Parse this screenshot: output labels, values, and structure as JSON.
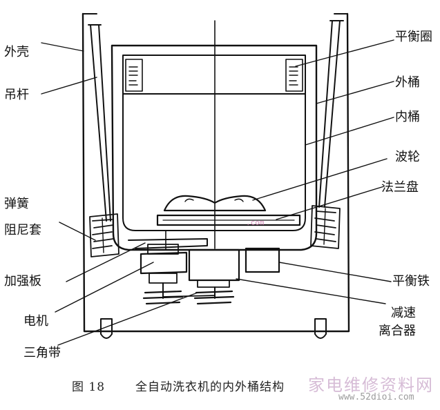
{
  "labels": {
    "outer_shell": "外壳",
    "suspension_rod": "吊杆",
    "spring": "弹簧",
    "damping_sleeve": "阻尼套",
    "reinforcing_plate": "加强板",
    "motor": "电机",
    "v_belt": "三角带",
    "balance_ring": "平衡圈",
    "outer_tub": "外桶",
    "inner_tub": "内桶",
    "pulsator": "波轮",
    "flange_plate": "法兰盘",
    "balance_iron": "平衡铁",
    "reducer_line1": "减速",
    "reducer_line2": "离合器"
  },
  "caption": {
    "figure_no": "图 18",
    "title": "全自动洗衣机的内外桶结构"
  },
  "watermark": {
    "site_name": "家电维修资料网",
    "url": "www.52dioi.com",
    "mid_text": ".com"
  }
}
